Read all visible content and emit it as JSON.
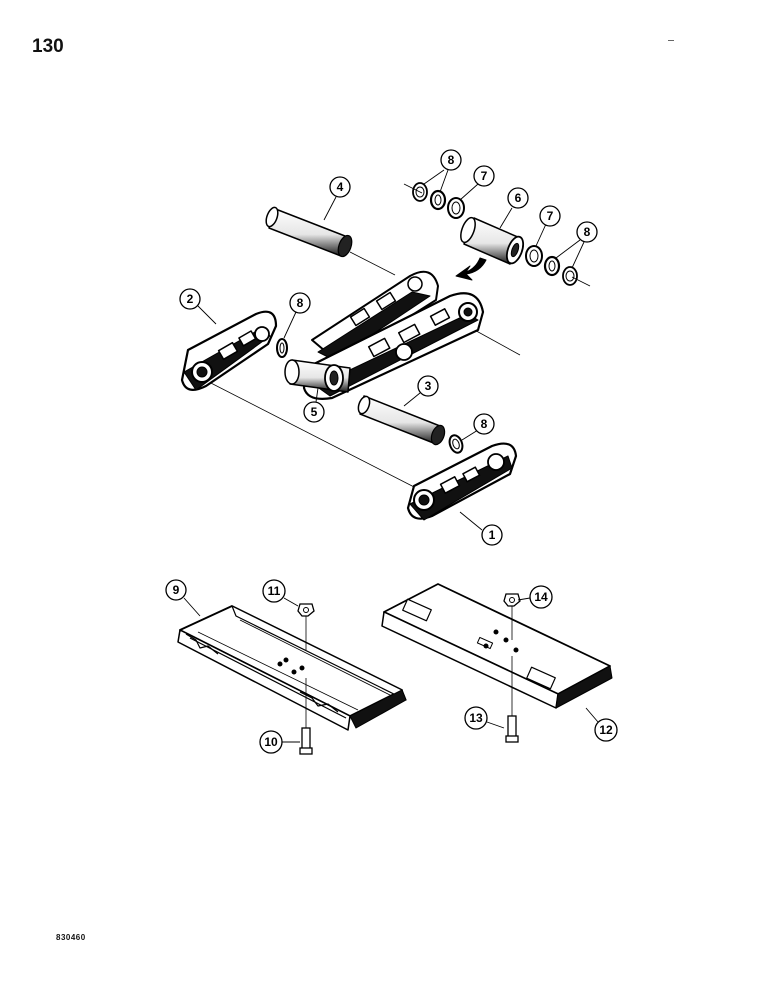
{
  "page": {
    "number": "130",
    "figure_code": "830460"
  },
  "callouts": [
    {
      "id": "1",
      "label": "1"
    },
    {
      "id": "2",
      "label": "2"
    },
    {
      "id": "3",
      "label": "3"
    },
    {
      "id": "4",
      "label": "4"
    },
    {
      "id": "5",
      "label": "5"
    },
    {
      "id": "6",
      "label": "6"
    },
    {
      "id": "7a",
      "label": "7"
    },
    {
      "id": "7b",
      "label": "7"
    },
    {
      "id": "8a",
      "label": "8"
    },
    {
      "id": "8b",
      "label": "8"
    },
    {
      "id": "8c",
      "label": "8"
    },
    {
      "id": "8d",
      "label": "8"
    },
    {
      "id": "9",
      "label": "9"
    },
    {
      "id": "10",
      "label": "10"
    },
    {
      "id": "11",
      "label": "11"
    },
    {
      "id": "12",
      "label": "12"
    },
    {
      "id": "13",
      "label": "13"
    },
    {
      "id": "14",
      "label": "14"
    }
  ]
}
